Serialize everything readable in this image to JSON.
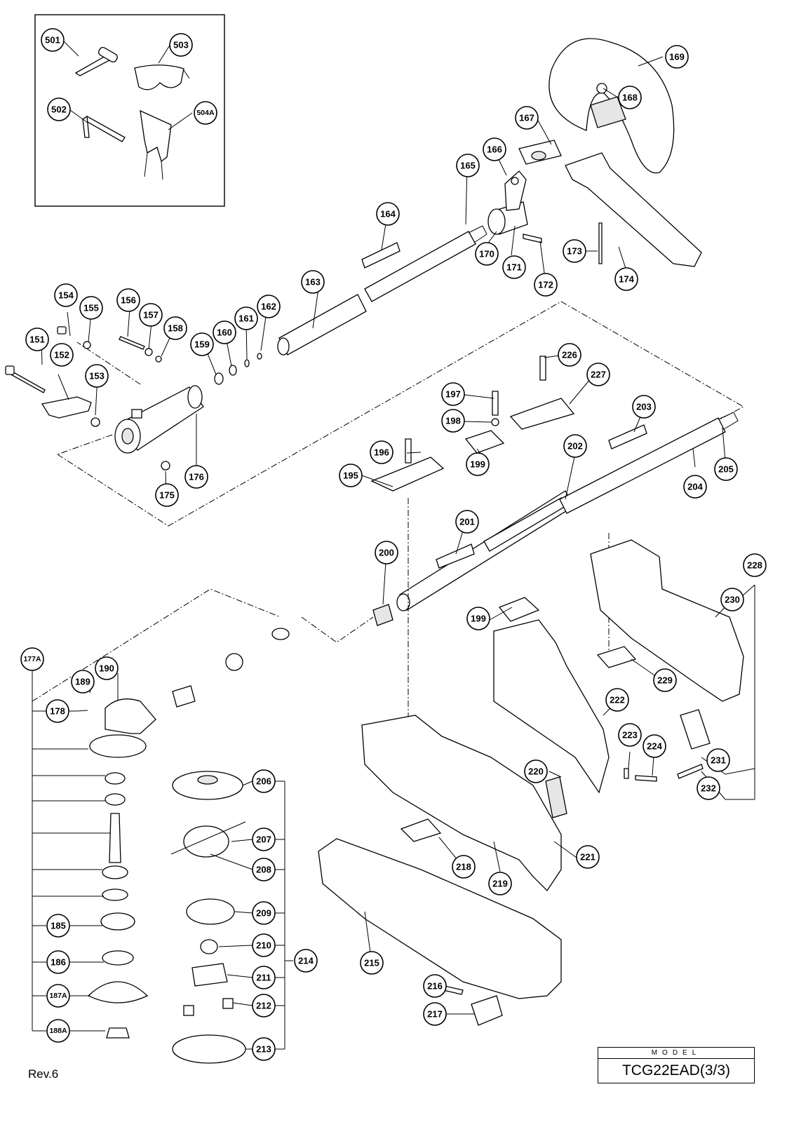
{
  "diagram": {
    "callouts": {
      "c501": "501",
      "c502": "502",
      "c503": "503",
      "c504A": "504A",
      "c151": "151",
      "c152": "152",
      "c153": "153",
      "c154": "154",
      "c155": "155",
      "c156": "156",
      "c157": "157",
      "c158": "158",
      "c159": "159",
      "c160": "160",
      "c161": "161",
      "c162": "162",
      "c163": "163",
      "c164": "164",
      "c165": "165",
      "c166": "166",
      "c167": "167",
      "c168": "168",
      "c169": "169",
      "c170": "170",
      "c171": "171",
      "c172": "172",
      "c173": "173",
      "c174": "174",
      "c175": "175",
      "c176": "176",
      "c177A": "177A",
      "c178": "178",
      "c185": "185",
      "c186": "186",
      "c187A": "187A",
      "c188A": "188A",
      "c189": "189",
      "c190": "190",
      "c195": "195",
      "c196": "196",
      "c197": "197",
      "c198": "198",
      "c199a": "199",
      "c199b": "199",
      "c200": "200",
      "c201": "201",
      "c202": "202",
      "c203": "203",
      "c204": "204",
      "c205": "205",
      "c206": "206",
      "c207": "207",
      "c208": "208",
      "c209": "209",
      "c210": "210",
      "c211": "211",
      "c212": "212",
      "c213": "213",
      "c214": "214",
      "c215": "215",
      "c216": "216",
      "c217": "217",
      "c218": "218",
      "c219": "219",
      "c220": "220",
      "c221": "221",
      "c222": "222",
      "c223": "223",
      "c224": "224",
      "c226": "226",
      "c227": "227",
      "c228": "228",
      "c229": "229",
      "c230": "230",
      "c231": "231",
      "c232": "232"
    }
  },
  "footer": {
    "revision": "Rev.6",
    "model_caption": "MODEL",
    "model_name": "TCG22EAD(3/3)"
  }
}
